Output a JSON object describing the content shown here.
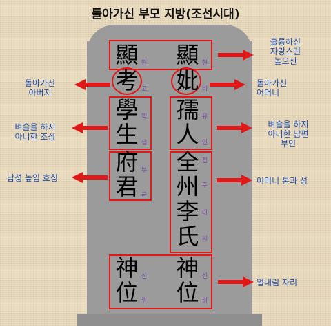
{
  "title": "돌아가신 부모 지방(조선시대)",
  "father_column": [
    {
      "char": "顯",
      "reading": "현"
    },
    {
      "char": "考",
      "reading": "고"
    },
    {
      "char": "學",
      "reading": "학"
    },
    {
      "char": "生",
      "reading": "생"
    },
    {
      "char": "府",
      "reading": "부"
    },
    {
      "char": "君",
      "reading": "군"
    },
    {
      "char": "神",
      "reading": "신"
    },
    {
      "char": "位",
      "reading": "위"
    }
  ],
  "mother_column": [
    {
      "char": "顯",
      "reading": "현"
    },
    {
      "char": "妣",
      "reading": "비"
    },
    {
      "char": "孺",
      "reading": "유"
    },
    {
      "char": "人",
      "reading": "인"
    },
    {
      "char": "全",
      "reading": "전"
    },
    {
      "char": "州",
      "reading": "주"
    },
    {
      "char": "李",
      "reading": "이"
    },
    {
      "char": "氏",
      "reading": "씨"
    },
    {
      "char": "神",
      "reading": "신"
    },
    {
      "char": "位",
      "reading": "위"
    }
  ],
  "labels": {
    "hyeon_1": "훌륭하신",
    "hyeon_2": "자랑스런",
    "hyeon_3": "높으신",
    "father": "돌아가신",
    "father_2": "아버지",
    "mother": "돌아가신",
    "mother_2": "어머니",
    "haksaeng_1": "벼슬을 하지",
    "haksaeng_2": "아니한 조상",
    "yuin_1": "벼슬을 하지",
    "yuin_2": "아니한 남편",
    "yuin_3": "부인",
    "bugun": "남성 높임 호칭",
    "bongwan": "어머니 본과 성",
    "sinwi": "얼내림 자리"
  },
  "colors": {
    "frame": "#e01818",
    "arrow": "#e01818",
    "label": "#1e4fb0",
    "reading": "#7b4aa8",
    "tablet": "#9b9b9b"
  }
}
